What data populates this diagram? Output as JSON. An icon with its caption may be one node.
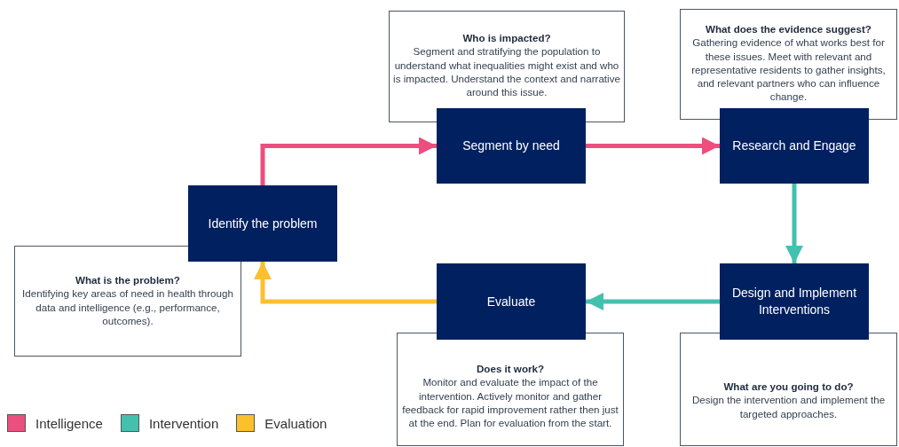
{
  "diagram": {
    "nodes": [
      {
        "text": [
          "Who is impacted?",
          "Segment and stratifying the population to understand what inequalities might exist and who is impacted. Understand the context and narrative around this issue."
        ]
      },
      {
        "text": [
          "Segment by need"
        ]
      },
      {
        "text": [
          "What does the evidence suggest?",
          "Gathering evidence of what works best for these issues. Meet with relevant and representative residents to gather insights, and relevant partners who can influence change."
        ]
      },
      {
        "text": [
          "Research and Engage"
        ]
      },
      {
        "text": [
          "Identify the problem"
        ]
      },
      {
        "text": [
          "What is the problem?",
          "Identifying key areas of need in health through data and intelligence (e.g., performance, outcomes)."
        ]
      },
      {
        "text": [
          "Evaluate"
        ]
      },
      {
        "text": [
          "Design and Implement Interventions"
        ]
      },
      {
        "text": [
          "Does it work?",
          "Monitor and evaluate the impact of the intervention. Actively monitor and gather feedback for rapid improvement rather then just at the end. Plan for evaluation from the start."
        ]
      },
      {
        "text": [
          "What are you going to do?",
          "Design the intervention and implement the targeted approaches."
        ]
      }
    ],
    "edges": [
      {
        "from": 4,
        "to": 1,
        "arrow": "to",
        "color": "#ec4f7e"
      },
      {
        "from": 1,
        "to": 3,
        "arrow": "to",
        "color": "#ec4f7e"
      },
      {
        "from": 3,
        "to": 7,
        "arrow": "to",
        "color": "#43c1ae"
      },
      {
        "from": 7,
        "to": 6,
        "arrow": "to",
        "color": "#43c1ae"
      },
      {
        "from": 6,
        "to": 4,
        "arrow": "to",
        "color": "#fbc02d"
      }
    ],
    "legend": [
      {
        "text": "Intelligence",
        "color": "#ec4f7e"
      },
      {
        "text": "Intervention",
        "color": "#43c1ae"
      },
      {
        "text": "Evaluation",
        "color": "#fbc02d"
      }
    ]
  }
}
